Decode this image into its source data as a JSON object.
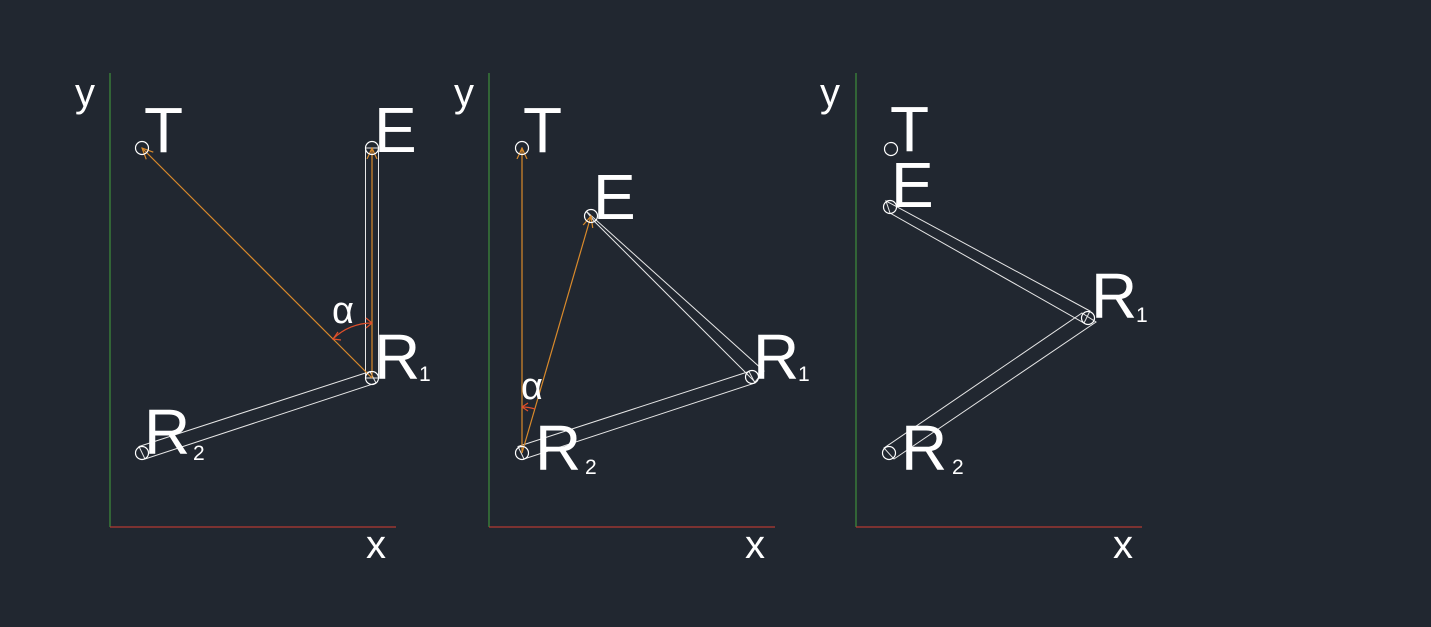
{
  "colors": {
    "background": "#212730",
    "y_axis": "#3e8e3a",
    "x_axis": "#b23a32",
    "vector": "#d98a2b",
    "angle_arc": "#e2502a",
    "links": "#e6e6e6",
    "labels": "#ffffff"
  },
  "labels": {
    "x": "x",
    "y": "y",
    "target": "T",
    "end_effector": "E",
    "joint_letter": "R",
    "joint1_index": "1",
    "joint2_index": "2",
    "angle": "α"
  },
  "panels": [
    {
      "name": "panel-1",
      "shows_angle": true,
      "angle_vertex": "R1"
    },
    {
      "name": "panel-2",
      "shows_angle": true,
      "angle_vertex": "R2"
    },
    {
      "name": "panel-3",
      "shows_angle": false,
      "angle_vertex": ""
    }
  ]
}
